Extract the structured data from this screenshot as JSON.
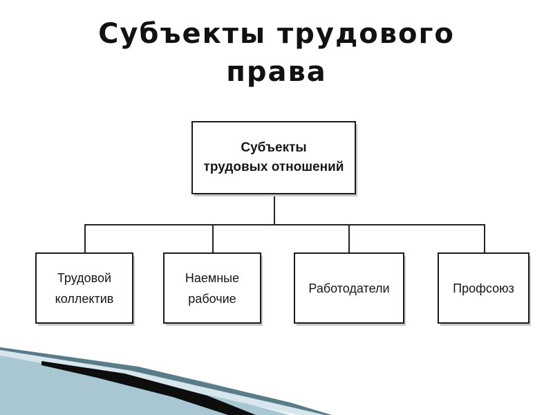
{
  "slide": {
    "title_line1": "Субъекты трудового",
    "title_line2": "права"
  },
  "diagram": {
    "root": {
      "line1": "Субъекты",
      "line2": "трудовых отношений"
    },
    "children": [
      {
        "line1": "Трудовой",
        "line2": "коллектив"
      },
      {
        "line1": "Наемные",
        "line2": "рабочие"
      },
      {
        "line1": "Работодатели",
        "line2": ""
      },
      {
        "line1": "Профсоюз",
        "line2": ""
      }
    ]
  },
  "colors": {
    "title": "#111111",
    "box_border": "#1a1a1a",
    "connector": "#222222",
    "deco_dark": "#0d0d0d",
    "deco_light": "#a9c7d3"
  }
}
